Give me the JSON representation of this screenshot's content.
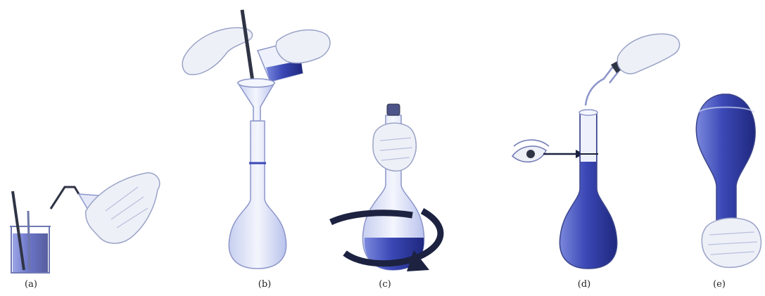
{
  "captions": {
    "a": "(a)",
    "b": "(b)",
    "c": "(c)",
    "d": "(d)",
    "e": "(e)"
  },
  "colors": {
    "solution": "#3b48b6",
    "solution_light": "#7a88dd",
    "glass": "#dfe5f8",
    "glass_outline": "#8c95c9",
    "hand": "#eef0f8",
    "hand_outline": "#9aa3c6",
    "arrow": "#1c2240",
    "rod": "#2f3445"
  }
}
